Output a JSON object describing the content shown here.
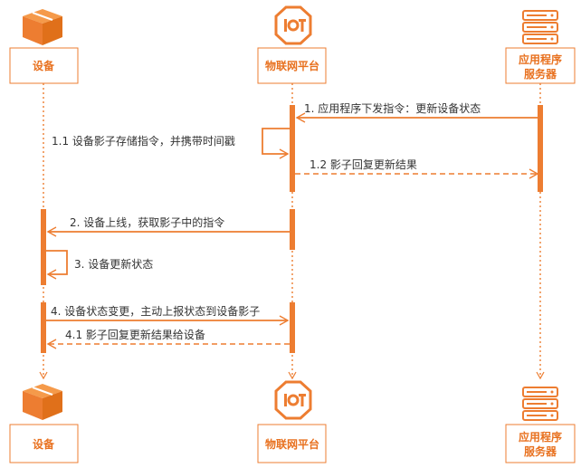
{
  "colors": {
    "accent": "#ED7D31",
    "text": "#333333",
    "box_text": "#E8711F",
    "icon_dark": "#E0701A"
  },
  "participants": [
    {
      "id": "device",
      "label": "设备",
      "icon": "box-icon"
    },
    {
      "id": "platform",
      "label": "物联网平台",
      "icon": "iot-logo-icon"
    },
    {
      "id": "server",
      "label_lines": [
        "应用程序",
        "服务器"
      ],
      "icon": "server-icon"
    }
  ],
  "messages": [
    {
      "id": "m1",
      "from": "server",
      "to": "platform",
      "style": "solid",
      "label": "1. 应用程序下发指令：更新设备状态"
    },
    {
      "id": "m1_1",
      "from": "platform",
      "to": "platform",
      "style": "self",
      "label": "1.1 设备影子存储指令，并携带时间戳"
    },
    {
      "id": "m1_2",
      "from": "platform",
      "to": "server",
      "style": "dashed",
      "label": "1.2 影子回复更新结果"
    },
    {
      "id": "m2",
      "from": "platform",
      "to": "device",
      "style": "solid",
      "label": "2. 设备上线，获取影子中的指令"
    },
    {
      "id": "m3",
      "from": "device",
      "to": "device",
      "style": "self",
      "label": "3. 设备更新状态"
    },
    {
      "id": "m4",
      "from": "device",
      "to": "platform",
      "style": "solid",
      "label": "4. 设备状态变更，主动上报状态到设备影子"
    },
    {
      "id": "m4_1",
      "from": "platform",
      "to": "device",
      "style": "dashed",
      "label": "4.1 影子回复更新结果给设备"
    }
  ]
}
